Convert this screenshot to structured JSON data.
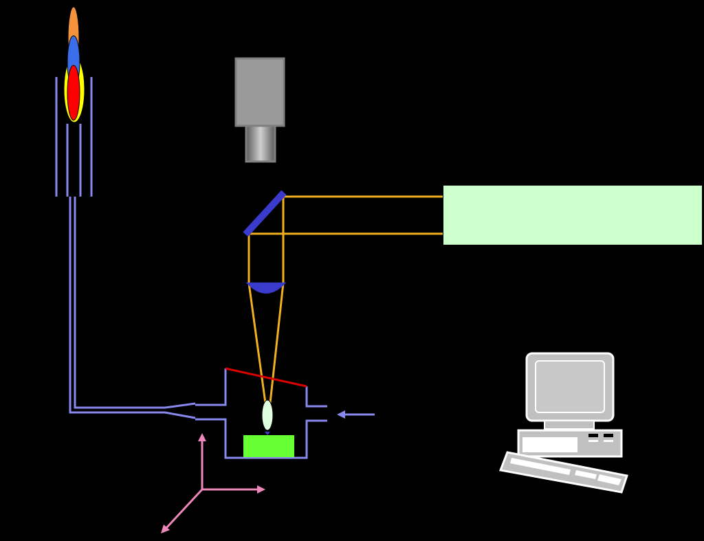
{
  "diagram": {
    "background": "#000000",
    "components": [
      {
        "id": "torch-flame",
        "kind": "plasma-torch",
        "colors": [
          "#f5923e",
          "#3a6ee8",
          "#ffff00",
          "#ff0000"
        ]
      },
      {
        "id": "camera",
        "kind": "camera",
        "colors": [
          "#9a9a9a",
          "#808080"
        ]
      },
      {
        "id": "dichroic-mirror",
        "kind": "mirror",
        "color": "#3a3acc"
      },
      {
        "id": "focusing-lens",
        "kind": "lens",
        "color": "#3a3acc"
      },
      {
        "id": "laser-box",
        "kind": "laser",
        "color": "#ccffcc"
      },
      {
        "id": "ablation-cell",
        "kind": "sample-chamber",
        "color": "#8888ee"
      },
      {
        "id": "sample",
        "kind": "sample",
        "color": "#66ff33"
      },
      {
        "id": "cell-window",
        "kind": "window",
        "color": "#dd0000"
      },
      {
        "id": "ablation-plume",
        "kind": "plume",
        "color": "#ddffdd"
      },
      {
        "id": "carrier-gas-arrow",
        "kind": "gas-inlet",
        "color": "#8888ee"
      },
      {
        "id": "xyz-stage-axes",
        "kind": "axes",
        "color": "#ee88bb"
      },
      {
        "id": "computer",
        "kind": "computer",
        "colors": [
          "#c0c0c0",
          "#ffffff"
        ]
      }
    ],
    "beam_color": "#f0b020",
    "tube_color": "#8888ee"
  }
}
